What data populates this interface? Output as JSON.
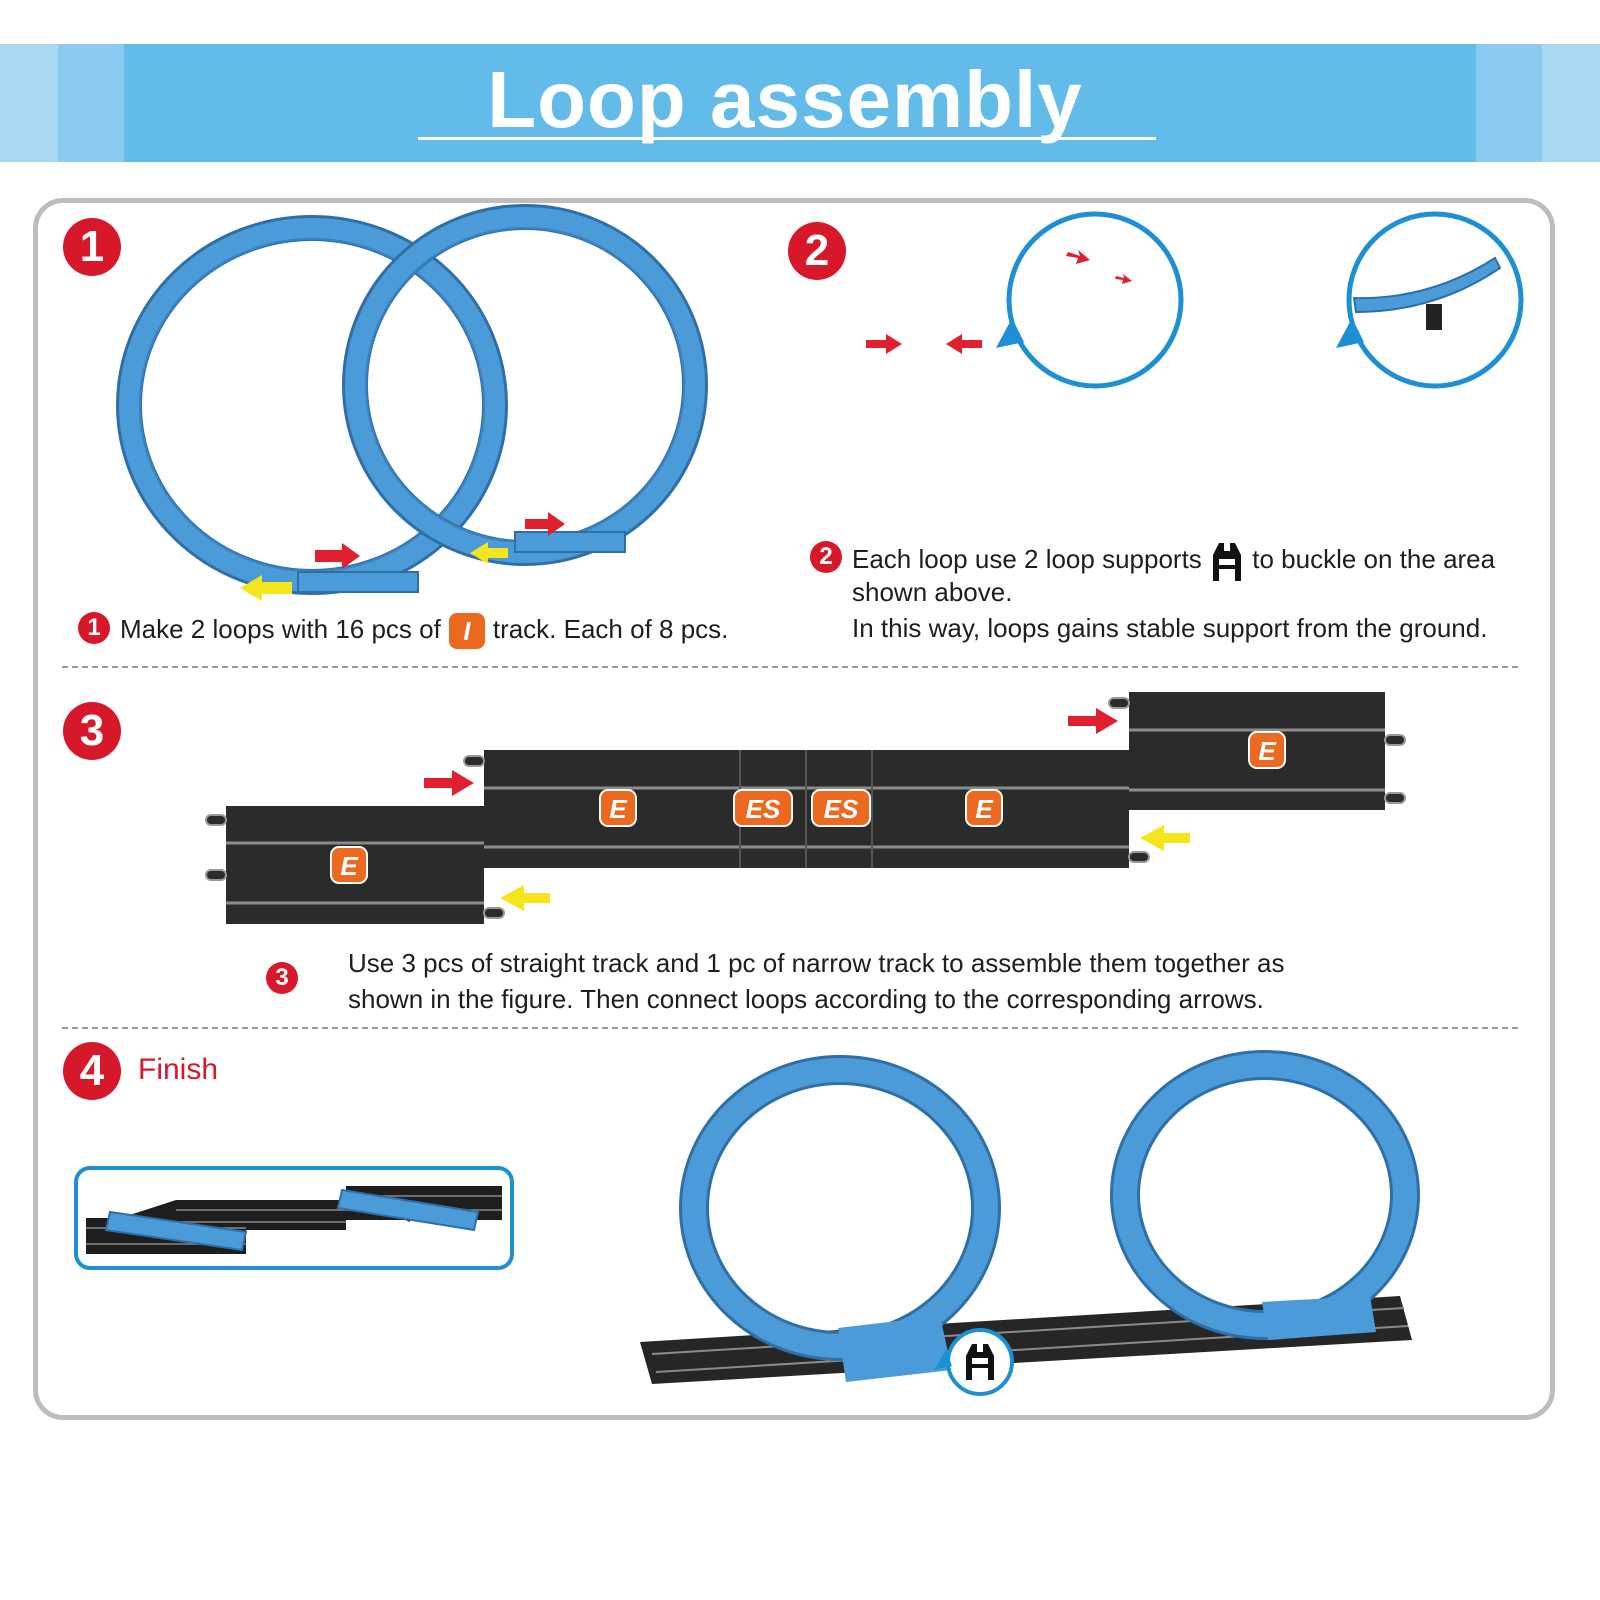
{
  "header": {
    "title": "Loop assembly"
  },
  "steps": [
    {
      "number": "1",
      "caption_before": "Make 2 loops with 16  pcs of",
      "chip_label": "I",
      "caption_after": "track. Each of 8 pcs."
    },
    {
      "number": "2",
      "caption_line1_before": "Each loop use 2 loop supports",
      "caption_line1_after": "to buckle on the area",
      "caption_line2": "shown above.",
      "caption_line3": "In this way, loops gains stable support from the ground."
    },
    {
      "number": "3",
      "caption_line1": "Use 3 pcs of straight track and 1 pc of narrow track to assemble them together as",
      "caption_line2": "shown in the figure. Then connect loops according to the corresponding arrows.",
      "track_labels": [
        "E",
        "E",
        "ES",
        "ES",
        "E",
        "E"
      ]
    },
    {
      "number": "4",
      "label": "Finish"
    }
  ],
  "colors": {
    "banner": "#62bbe8",
    "accent_red": "#d7182a",
    "loop_blue": "#4a9bd8",
    "track": "#2b2b2b",
    "chip_orange": "#ec6a20",
    "arrow_yellow": "#f5e51c"
  },
  "icons": [
    "loop-support-icon",
    "red-arrow-icon",
    "yellow-arrow-icon"
  ]
}
